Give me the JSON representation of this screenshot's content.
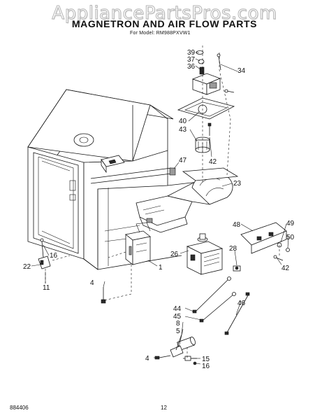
{
  "watermark": "AppliancePartsPros.com",
  "title": "MAGNETRON AND AIR FLOW PARTS",
  "subtitle": "For Model: RM988PXVW1",
  "footer": {
    "doc_code": "884406",
    "page_number": "12"
  },
  "callouts": {
    "c39": "39",
    "c37": "37",
    "c36": "36",
    "c34": "34",
    "c40": "40",
    "c43": "43",
    "c42a": "42",
    "c47": "47",
    "c23": "23",
    "c48": "48",
    "c49": "49",
    "c50": "50",
    "c42b": "42",
    "c26": "26",
    "c28": "28",
    "c1": "1",
    "c16a": "16",
    "c22": "22",
    "c11": "11",
    "c4a": "4",
    "c44": "44",
    "c45": "45",
    "c8": "8",
    "c5": "5",
    "c46": "46",
    "c4b": "4",
    "c15": "15",
    "c16b": "16"
  }
}
